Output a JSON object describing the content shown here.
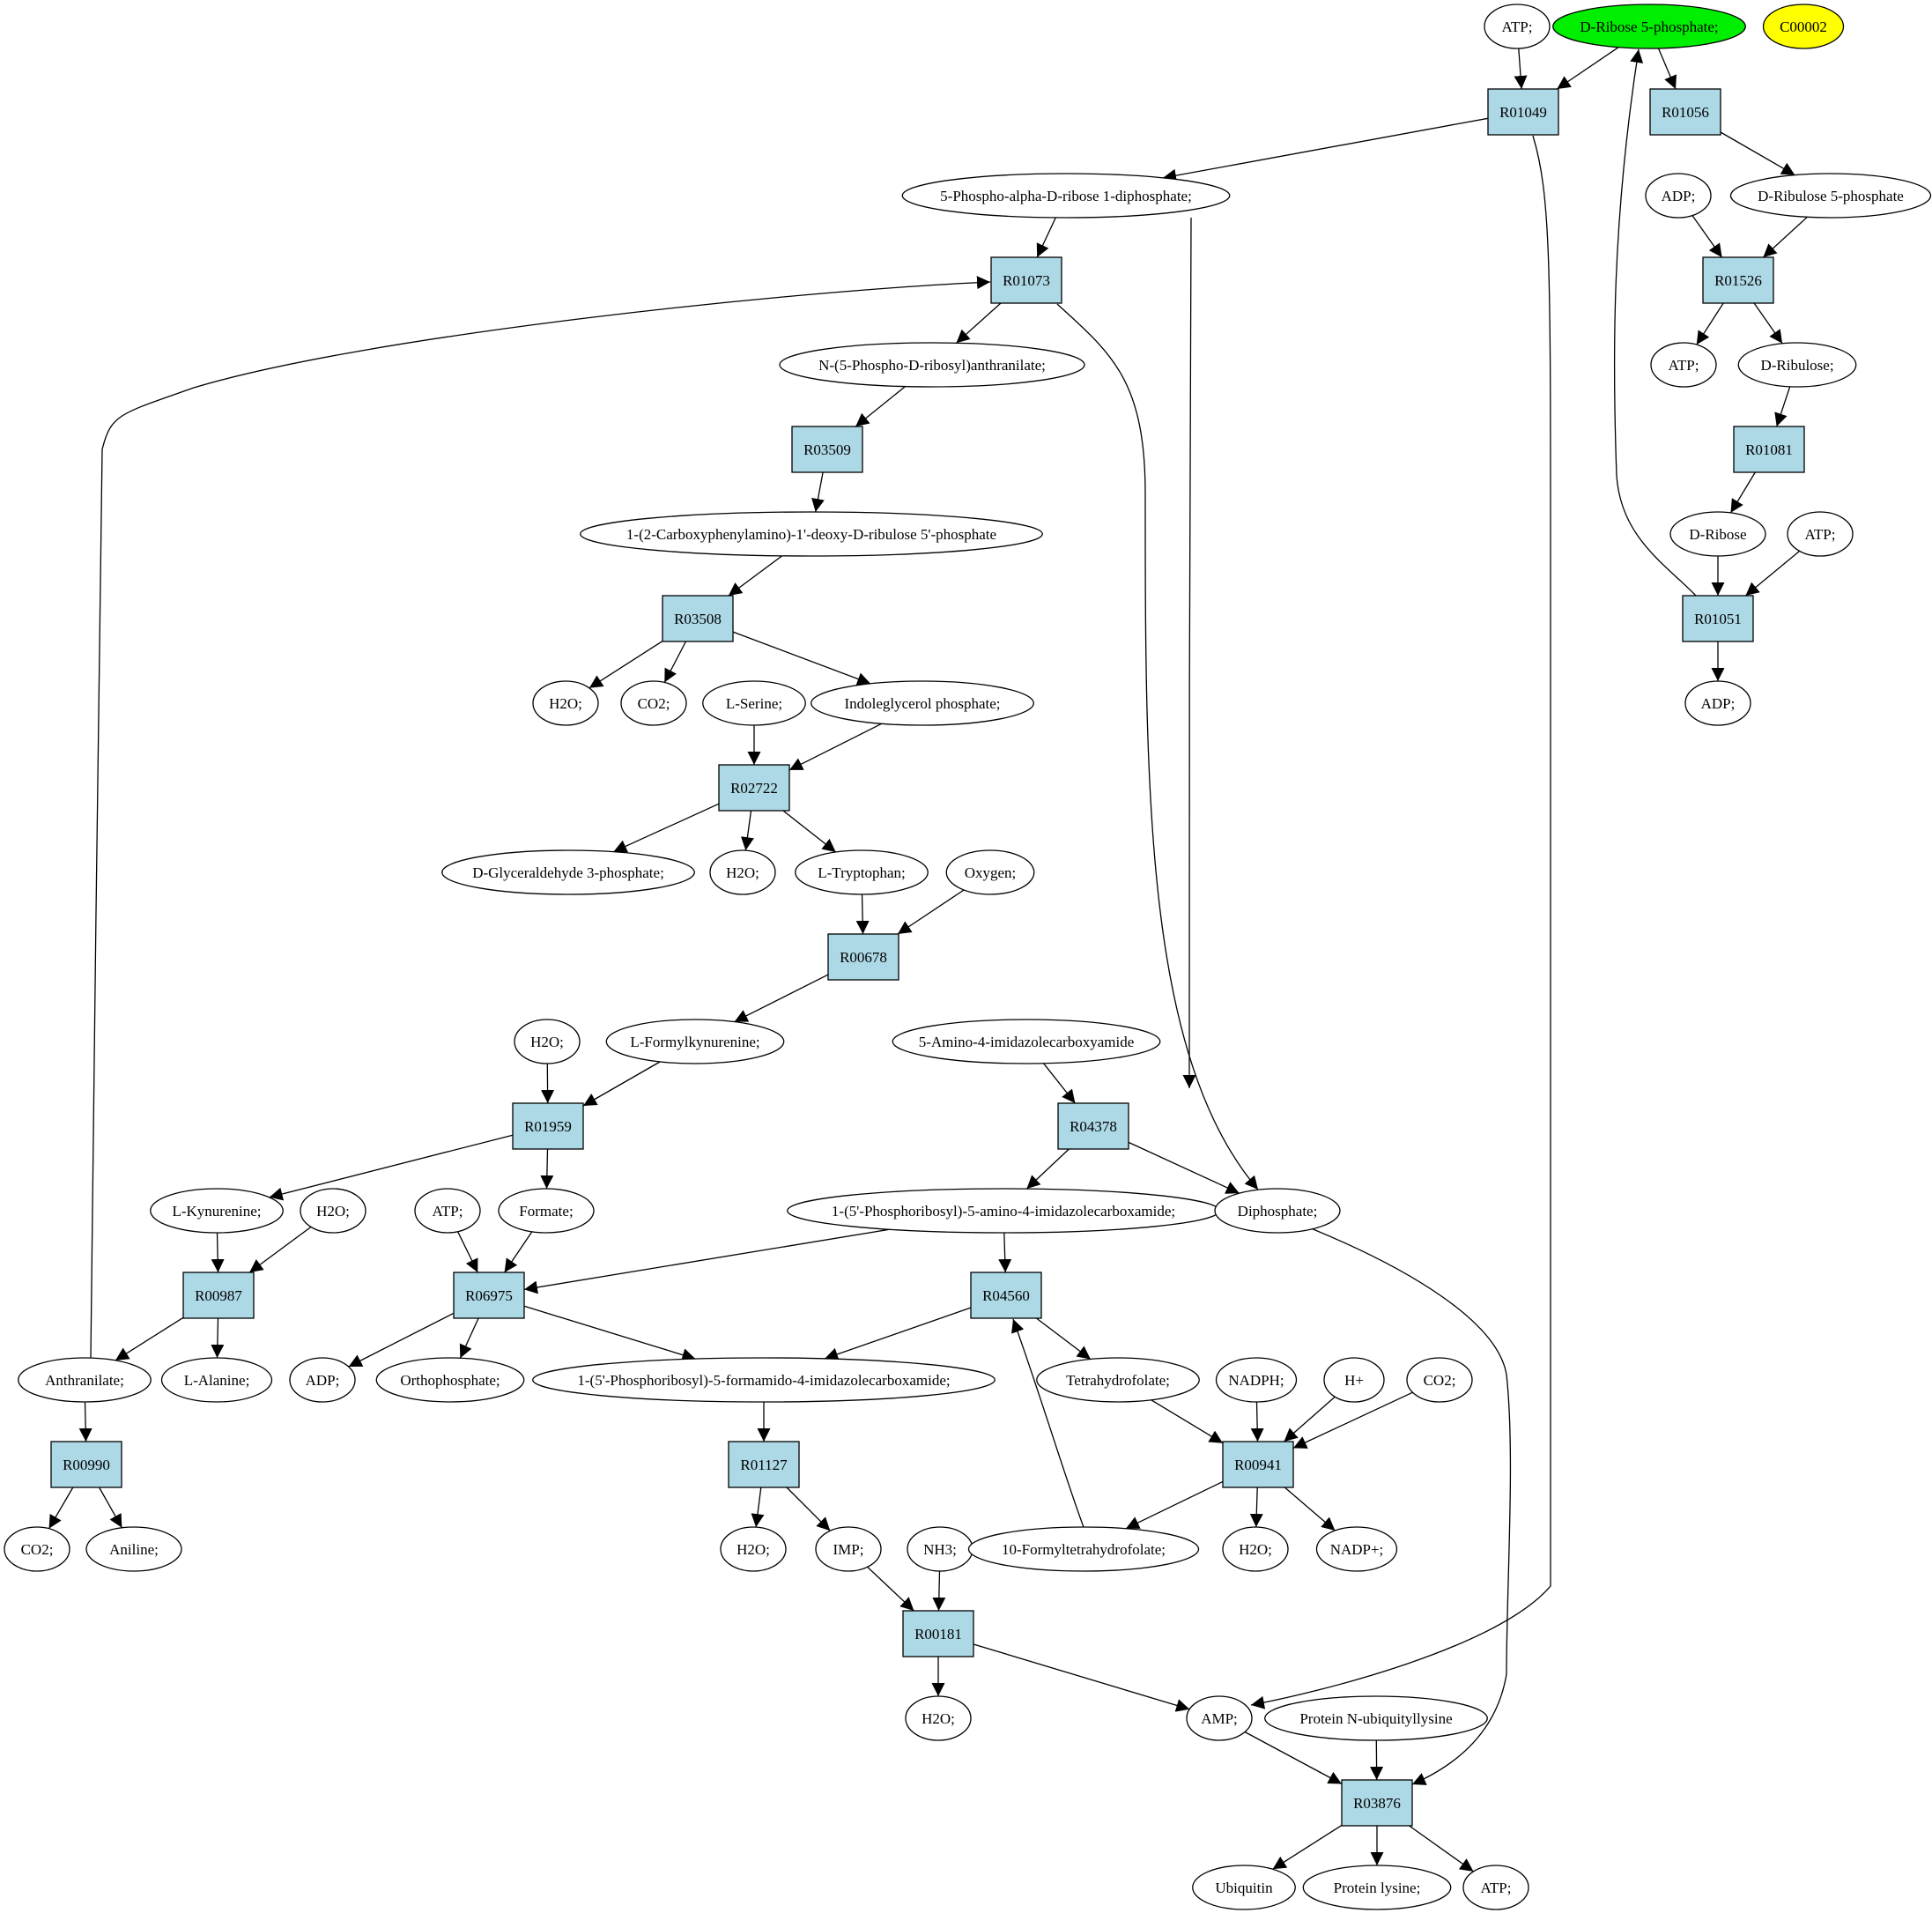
{
  "colors": {
    "reaction_fill": "#add8e6",
    "compound_fill": "#ffffff",
    "highlight_start": "#00ee00",
    "highlight_marker": "#ffff00",
    "stroke": "#000000"
  },
  "nodes": [
    {
      "id": "atp_top",
      "label": "ATP;",
      "kind": "compound"
    },
    {
      "id": "r5p",
      "label": "D-Ribose 5-phosphate;",
      "kind": "compound",
      "fill": "green"
    },
    {
      "id": "c00002",
      "label": "C00002",
      "kind": "compound",
      "fill": "yellow"
    },
    {
      "id": "R01049",
      "label": "R01049",
      "kind": "reaction"
    },
    {
      "id": "R01056",
      "label": "R01056",
      "kind": "reaction"
    },
    {
      "id": "prpp",
      "label": "5-Phospho-alpha-D-ribose 1-diphosphate;",
      "kind": "compound"
    },
    {
      "id": "adp1",
      "label": "ADP;",
      "kind": "compound"
    },
    {
      "id": "ru5p",
      "label": "D-Ribulose 5-phosphate",
      "kind": "compound"
    },
    {
      "id": "R01073",
      "label": "R01073",
      "kind": "reaction"
    },
    {
      "id": "R01526",
      "label": "R01526",
      "kind": "reaction"
    },
    {
      "id": "npra",
      "label": "N-(5-Phospho-D-ribosyl)anthranilate;",
      "kind": "compound"
    },
    {
      "id": "atp2",
      "label": "ATP;",
      "kind": "compound"
    },
    {
      "id": "ribulose",
      "label": "D-Ribulose;",
      "kind": "compound"
    },
    {
      "id": "R03509",
      "label": "R03509",
      "kind": "reaction"
    },
    {
      "id": "R01081",
      "label": "R01081",
      "kind": "reaction"
    },
    {
      "id": "cdrp",
      "label": "1-(2-Carboxyphenylamino)-1'-deoxy-D-ribulose 5'-phosphate",
      "kind": "compound"
    },
    {
      "id": "ribose",
      "label": "D-Ribose",
      "kind": "compound"
    },
    {
      "id": "atp3",
      "label": "ATP;",
      "kind": "compound"
    },
    {
      "id": "R03508",
      "label": "R03508",
      "kind": "reaction"
    },
    {
      "id": "R01051",
      "label": "R01051",
      "kind": "reaction"
    },
    {
      "id": "h2o_a",
      "label": "H2O;",
      "kind": "compound"
    },
    {
      "id": "co2_a",
      "label": "CO2;",
      "kind": "compound"
    },
    {
      "id": "serine",
      "label": "L-Serine;",
      "kind": "compound"
    },
    {
      "id": "igp",
      "label": "Indoleglycerol phosphate;",
      "kind": "compound"
    },
    {
      "id": "adp2",
      "label": "ADP;",
      "kind": "compound"
    },
    {
      "id": "R02722",
      "label": "R02722",
      "kind": "reaction"
    },
    {
      "id": "g3p",
      "label": "D-Glyceraldehyde 3-phosphate;",
      "kind": "compound"
    },
    {
      "id": "h2o_b",
      "label": "H2O;",
      "kind": "compound"
    },
    {
      "id": "trp",
      "label": "L-Tryptophan;",
      "kind": "compound"
    },
    {
      "id": "oxygen",
      "label": "Oxygen;",
      "kind": "compound"
    },
    {
      "id": "R00678",
      "label": "R00678",
      "kind": "reaction"
    },
    {
      "id": "h2o_c",
      "label": "H2O;",
      "kind": "compound"
    },
    {
      "id": "formylkyn",
      "label": "L-Formylkynurenine;",
      "kind": "compound"
    },
    {
      "id": "aica",
      "label": "5-Amino-4-imidazolecarboxyamide",
      "kind": "compound"
    },
    {
      "id": "R01959",
      "label": "R01959",
      "kind": "reaction"
    },
    {
      "id": "R04378",
      "label": "R04378",
      "kind": "reaction"
    },
    {
      "id": "kyn",
      "label": "L-Kynurenine;",
      "kind": "compound"
    },
    {
      "id": "h2o_d",
      "label": "H2O;",
      "kind": "compound"
    },
    {
      "id": "atp4",
      "label": "ATP;",
      "kind": "compound"
    },
    {
      "id": "formate",
      "label": "Formate;",
      "kind": "compound"
    },
    {
      "id": "aicar",
      "label": "1-(5'-Phosphoribosyl)-5-amino-4-imidazolecarboxamide;",
      "kind": "compound"
    },
    {
      "id": "diphosphate",
      "label": "Diphosphate;",
      "kind": "compound"
    },
    {
      "id": "R00987",
      "label": "R00987",
      "kind": "reaction"
    },
    {
      "id": "R06975",
      "label": "R06975",
      "kind": "reaction"
    },
    {
      "id": "R04560",
      "label": "R04560",
      "kind": "reaction"
    },
    {
      "id": "anthranilate",
      "label": "Anthranilate;",
      "kind": "compound"
    },
    {
      "id": "alanine",
      "label": "L-Alanine;",
      "kind": "compound"
    },
    {
      "id": "adp3",
      "label": "ADP;",
      "kind": "compound"
    },
    {
      "id": "orthophosphate",
      "label": "Orthophosphate;",
      "kind": "compound"
    },
    {
      "id": "faicar",
      "label": "1-(5'-Phosphoribosyl)-5-formamido-4-imidazolecarboxamide;",
      "kind": "compound"
    },
    {
      "id": "thf",
      "label": "Tetrahydrofolate;",
      "kind": "compound"
    },
    {
      "id": "nadph",
      "label": "NADPH;",
      "kind": "compound"
    },
    {
      "id": "hplus",
      "label": "H+",
      "kind": "compound"
    },
    {
      "id": "co2_b",
      "label": "CO2;",
      "kind": "compound"
    },
    {
      "id": "R00990",
      "label": "R00990",
      "kind": "reaction"
    },
    {
      "id": "R01127",
      "label": "R01127",
      "kind": "reaction"
    },
    {
      "id": "R00941",
      "label": "R00941",
      "kind": "reaction"
    },
    {
      "id": "co2_c",
      "label": "CO2;",
      "kind": "compound"
    },
    {
      "id": "aniline",
      "label": "Aniline;",
      "kind": "compound"
    },
    {
      "id": "h2o_e",
      "label": "H2O;",
      "kind": "compound"
    },
    {
      "id": "imp",
      "label": "IMP;",
      "kind": "compound"
    },
    {
      "id": "nh3",
      "label": "NH3;",
      "kind": "compound"
    },
    {
      "id": "fthf",
      "label": "10-Formyltetrahydrofolate;",
      "kind": "compound"
    },
    {
      "id": "h2o_f",
      "label": "H2O;",
      "kind": "compound"
    },
    {
      "id": "nadp",
      "label": "NADP+;",
      "kind": "compound"
    },
    {
      "id": "R00181",
      "label": "R00181",
      "kind": "reaction"
    },
    {
      "id": "h2o_g",
      "label": "H2O;",
      "kind": "compound"
    },
    {
      "id": "amp",
      "label": "AMP;",
      "kind": "compound"
    },
    {
      "id": "protubq",
      "label": "Protein N-ubiquityllysine",
      "kind": "compound"
    },
    {
      "id": "R03876",
      "label": "R03876",
      "kind": "reaction"
    },
    {
      "id": "ubiquitin",
      "label": "Ubiquitin",
      "kind": "compound"
    },
    {
      "id": "protlys",
      "label": "Protein lysine;",
      "kind": "compound"
    },
    {
      "id": "atp5",
      "label": "ATP;",
      "kind": "compound"
    }
  ],
  "edges": [
    [
      "atp_top",
      "R01049"
    ],
    [
      "r5p",
      "R01049"
    ],
    [
      "r5p",
      "R01056"
    ],
    [
      "R01049",
      "prpp"
    ],
    [
      "R01049",
      "amp"
    ],
    [
      "R01056",
      "ru5p"
    ],
    [
      "adp1",
      "R01526"
    ],
    [
      "ru5p",
      "R01526"
    ],
    [
      "R01526",
      "atp2"
    ],
    [
      "R01526",
      "ribulose"
    ],
    [
      "ribulose",
      "R01081"
    ],
    [
      "R01081",
      "ribose"
    ],
    [
      "ribose",
      "R01051"
    ],
    [
      "atp3",
      "R01051"
    ],
    [
      "R01051",
      "adp2"
    ],
    [
      "R01051",
      "r5p"
    ],
    [
      "prpp",
      "R01073"
    ],
    [
      "prpp",
      "R04378"
    ],
    [
      "anthranilate",
      "R01073"
    ],
    [
      "R01073",
      "npra"
    ],
    [
      "R01073",
      "diphosphate"
    ],
    [
      "npra",
      "R03509"
    ],
    [
      "R03509",
      "cdrp"
    ],
    [
      "cdrp",
      "R03508"
    ],
    [
      "R03508",
      "h2o_a"
    ],
    [
      "R03508",
      "co2_a"
    ],
    [
      "R03508",
      "igp"
    ],
    [
      "serine",
      "R02722"
    ],
    [
      "igp",
      "R02722"
    ],
    [
      "R02722",
      "g3p"
    ],
    [
      "R02722",
      "h2o_b"
    ],
    [
      "R02722",
      "trp"
    ],
    [
      "trp",
      "R00678"
    ],
    [
      "oxygen",
      "R00678"
    ],
    [
      "R00678",
      "formylkyn"
    ],
    [
      "h2o_c",
      "R01959"
    ],
    [
      "formylkyn",
      "R01959"
    ],
    [
      "R01959",
      "kyn"
    ],
    [
      "R01959",
      "formate"
    ],
    [
      "aica",
      "R04378"
    ],
    [
      "R04378",
      "aicar"
    ],
    [
      "R04378",
      "diphosphate"
    ],
    [
      "kyn",
      "R00987"
    ],
    [
      "h2o_d",
      "R00987"
    ],
    [
      "R00987",
      "anthranilate"
    ],
    [
      "R00987",
      "alanine"
    ],
    [
      "atp4",
      "R06975"
    ],
    [
      "formate",
      "R06975"
    ],
    [
      "aicar",
      "R06975"
    ],
    [
      "R06975",
      "adp3"
    ],
    [
      "R06975",
      "orthophosphate"
    ],
    [
      "R06975",
      "faicar"
    ],
    [
      "aicar",
      "R04560"
    ],
    [
      "fthf",
      "R04560"
    ],
    [
      "R04560",
      "faicar"
    ],
    [
      "R04560",
      "thf"
    ],
    [
      "anthranilate",
      "R00990"
    ],
    [
      "R00990",
      "co2_c"
    ],
    [
      "R00990",
      "aniline"
    ],
    [
      "faicar",
      "R01127"
    ],
    [
      "R01127",
      "h2o_e"
    ],
    [
      "R01127",
      "imp"
    ],
    [
      "thf",
      "R00941"
    ],
    [
      "nadph",
      "R00941"
    ],
    [
      "hplus",
      "R00941"
    ],
    [
      "co2_b",
      "R00941"
    ],
    [
      "R00941",
      "fthf"
    ],
    [
      "R00941",
      "h2o_f"
    ],
    [
      "R00941",
      "nadp"
    ],
    [
      "imp",
      "R00181"
    ],
    [
      "nh3",
      "R00181"
    ],
    [
      "R00181",
      "h2o_g"
    ],
    [
      "R00181",
      "amp"
    ],
    [
      "amp",
      "R03876"
    ],
    [
      "protubq",
      "R03876"
    ],
    [
      "diphosphate",
      "R03876"
    ],
    [
      "R03876",
      "ubiquitin"
    ],
    [
      "R03876",
      "protlys"
    ],
    [
      "R03876",
      "atp5"
    ]
  ]
}
